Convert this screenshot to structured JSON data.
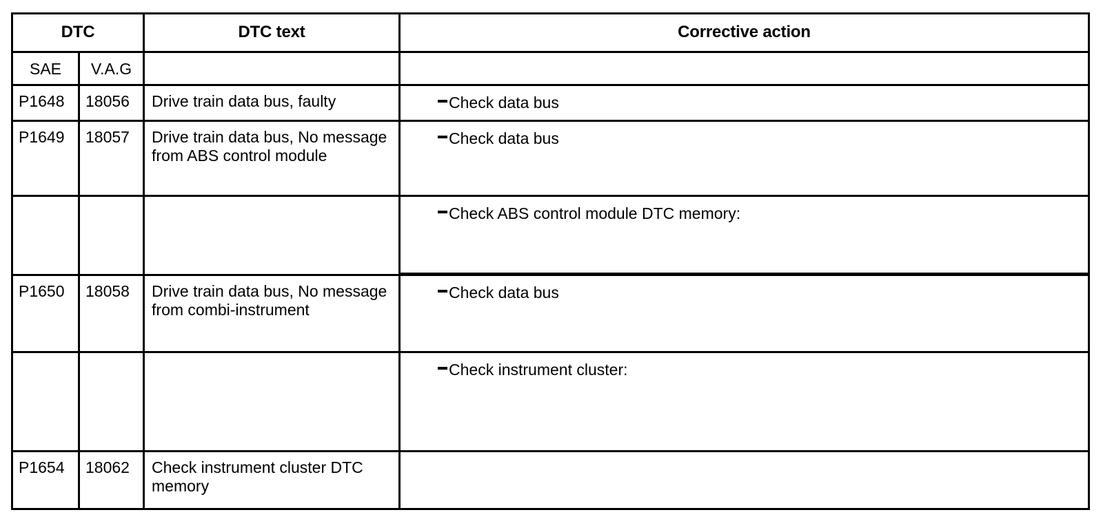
{
  "table": {
    "headers": {
      "dtc": "DTC",
      "dtc_text": "DTC text",
      "corrective_action": "Corrective action",
      "sae": "SAE",
      "vag": "V.A.G"
    },
    "rows": [
      {
        "sae": "P1648",
        "vag": "18056",
        "dtc_text": "Drive train data bus, faulty",
        "action": "Check data bus"
      },
      {
        "sae": "P1649",
        "vag": "18057",
        "dtc_text": "Drive train data bus, No message from ABS control module",
        "action": "Check data bus"
      },
      {
        "sae": "",
        "vag": "",
        "dtc_text": "",
        "action": "Check ABS control module DTC memory:"
      },
      {
        "sae": "P1650",
        "vag": "18058",
        "dtc_text": "Drive train data bus, No message from combi-instrument",
        "action": "Check data bus"
      },
      {
        "sae": "",
        "vag": "",
        "dtc_text": "",
        "action": "Check instrument cluster:"
      },
      {
        "sae": "P1654",
        "vag": "18062",
        "dtc_text": "Check instrument cluster DTC memory",
        "action": ""
      }
    ]
  },
  "style": {
    "border_color": "#000000",
    "background": "#ffffff",
    "text_color": "#000000"
  }
}
